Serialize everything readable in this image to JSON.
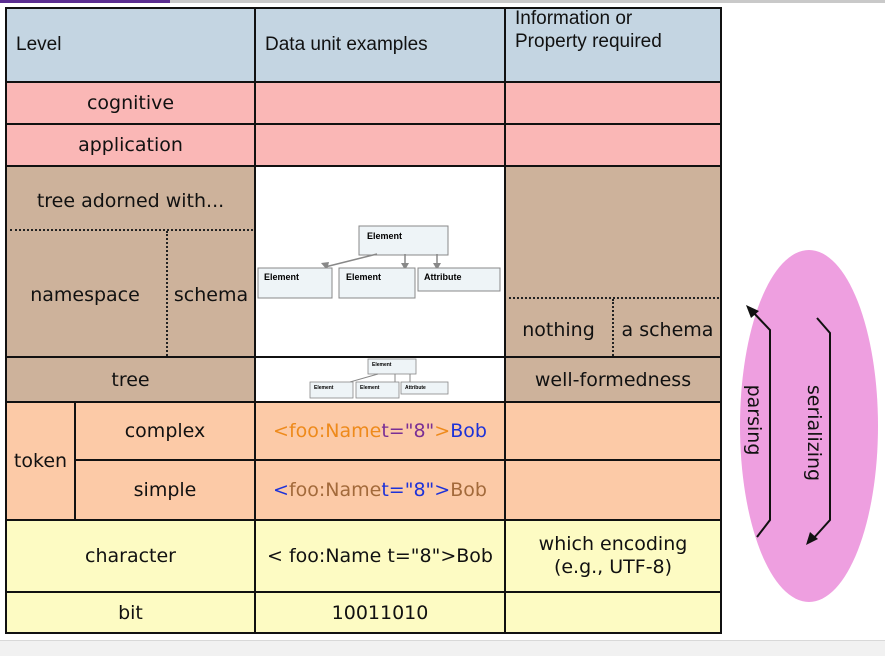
{
  "headers": {
    "level": "Level",
    "data_unit_examples": "Data unit examples",
    "info_line1": "Information or",
    "info_line2": "Property required"
  },
  "rows": {
    "cognitive": "cognitive",
    "application": "application",
    "tree_adorned": "tree adorned with...",
    "namespace": "namespace",
    "schema": "schema",
    "nothing": "nothing",
    "a_schema": "a schema",
    "tree": "tree",
    "well_formedness": "well-formedness",
    "token": "token",
    "complex": "complex",
    "simple": "simple",
    "character": "character",
    "which_encoding_line1": "which encoding",
    "which_encoding_line2": "(e.g., UTF-8)",
    "bit": "bit",
    "bit_value": "10011010"
  },
  "tree_diagram": {
    "root": "Element",
    "child1": "Element",
    "child2": "Element",
    "attribute": "Attribute"
  },
  "tokens": {
    "lt": "<",
    "foo_name": "foo:Name ",
    "attr": "t=\"8\"",
    "gt": ">",
    "bob": "Bob",
    "character_example": "< foo:Name t=\"8\">Bob"
  },
  "arrows": {
    "parsing": "parsing",
    "serializing": "serializing"
  },
  "colors": {
    "header": "#c4d5e2",
    "pink": "#fab7b6",
    "tan": "#cdb29b",
    "peach": "#fccaa7",
    "yellow": "#fdfbc3",
    "ellipse": "#ee9fe0",
    "orange_text": "#ee8a1b",
    "purple_text": "#7a2f95",
    "blue_text": "#1d32d9",
    "brown_text": "#a36a3b"
  }
}
